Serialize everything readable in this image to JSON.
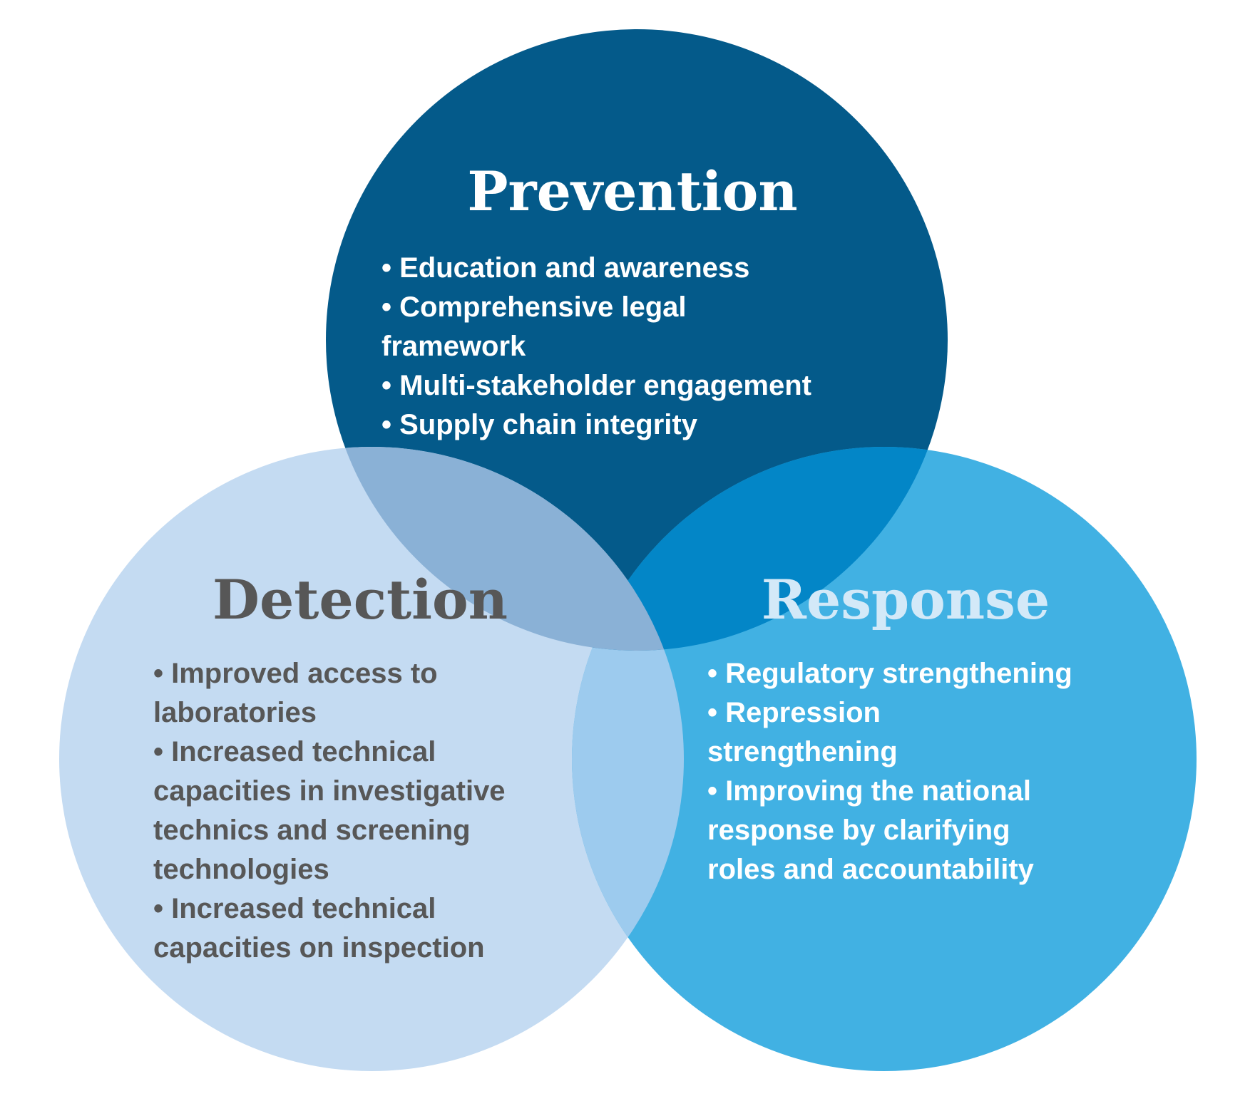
{
  "colors": {
    "background": "#ffffff",
    "prevention_fill": "#045A8A",
    "detection_fill": "#C4DBF2",
    "response_fill": "#41B1E3",
    "prev_det_overlap": "#8AB1D6",
    "prev_resp_overlap": "#0386C7",
    "det_resp_overlap": "#9DCBEE",
    "title_light": "#ffffff",
    "title_dark": "#575757",
    "title_response": "#D3E9F8",
    "text_light": "#ffffff",
    "text_dark": "#575757"
  },
  "prevention": {
    "title": "Prevention",
    "lines": [
      "• Education and awareness",
      "• Comprehensive legal",
      "framework",
      "• Multi-stakeholder engagement",
      "• Supply chain integrity"
    ]
  },
  "detection": {
    "title": "Detection",
    "lines": [
      "• Improved access to",
      "laboratories",
      "• Increased technical",
      "capacities in investigative",
      "technics and screening",
      "technologies",
      "• Increased technical",
      "capacities on inspection"
    ]
  },
  "response": {
    "title": "Response",
    "lines": [
      "• Regulatory strengthening",
      "• Repression",
      "strengthening",
      "• Improving the national",
      "response by clarifying",
      "roles and accountability"
    ]
  }
}
